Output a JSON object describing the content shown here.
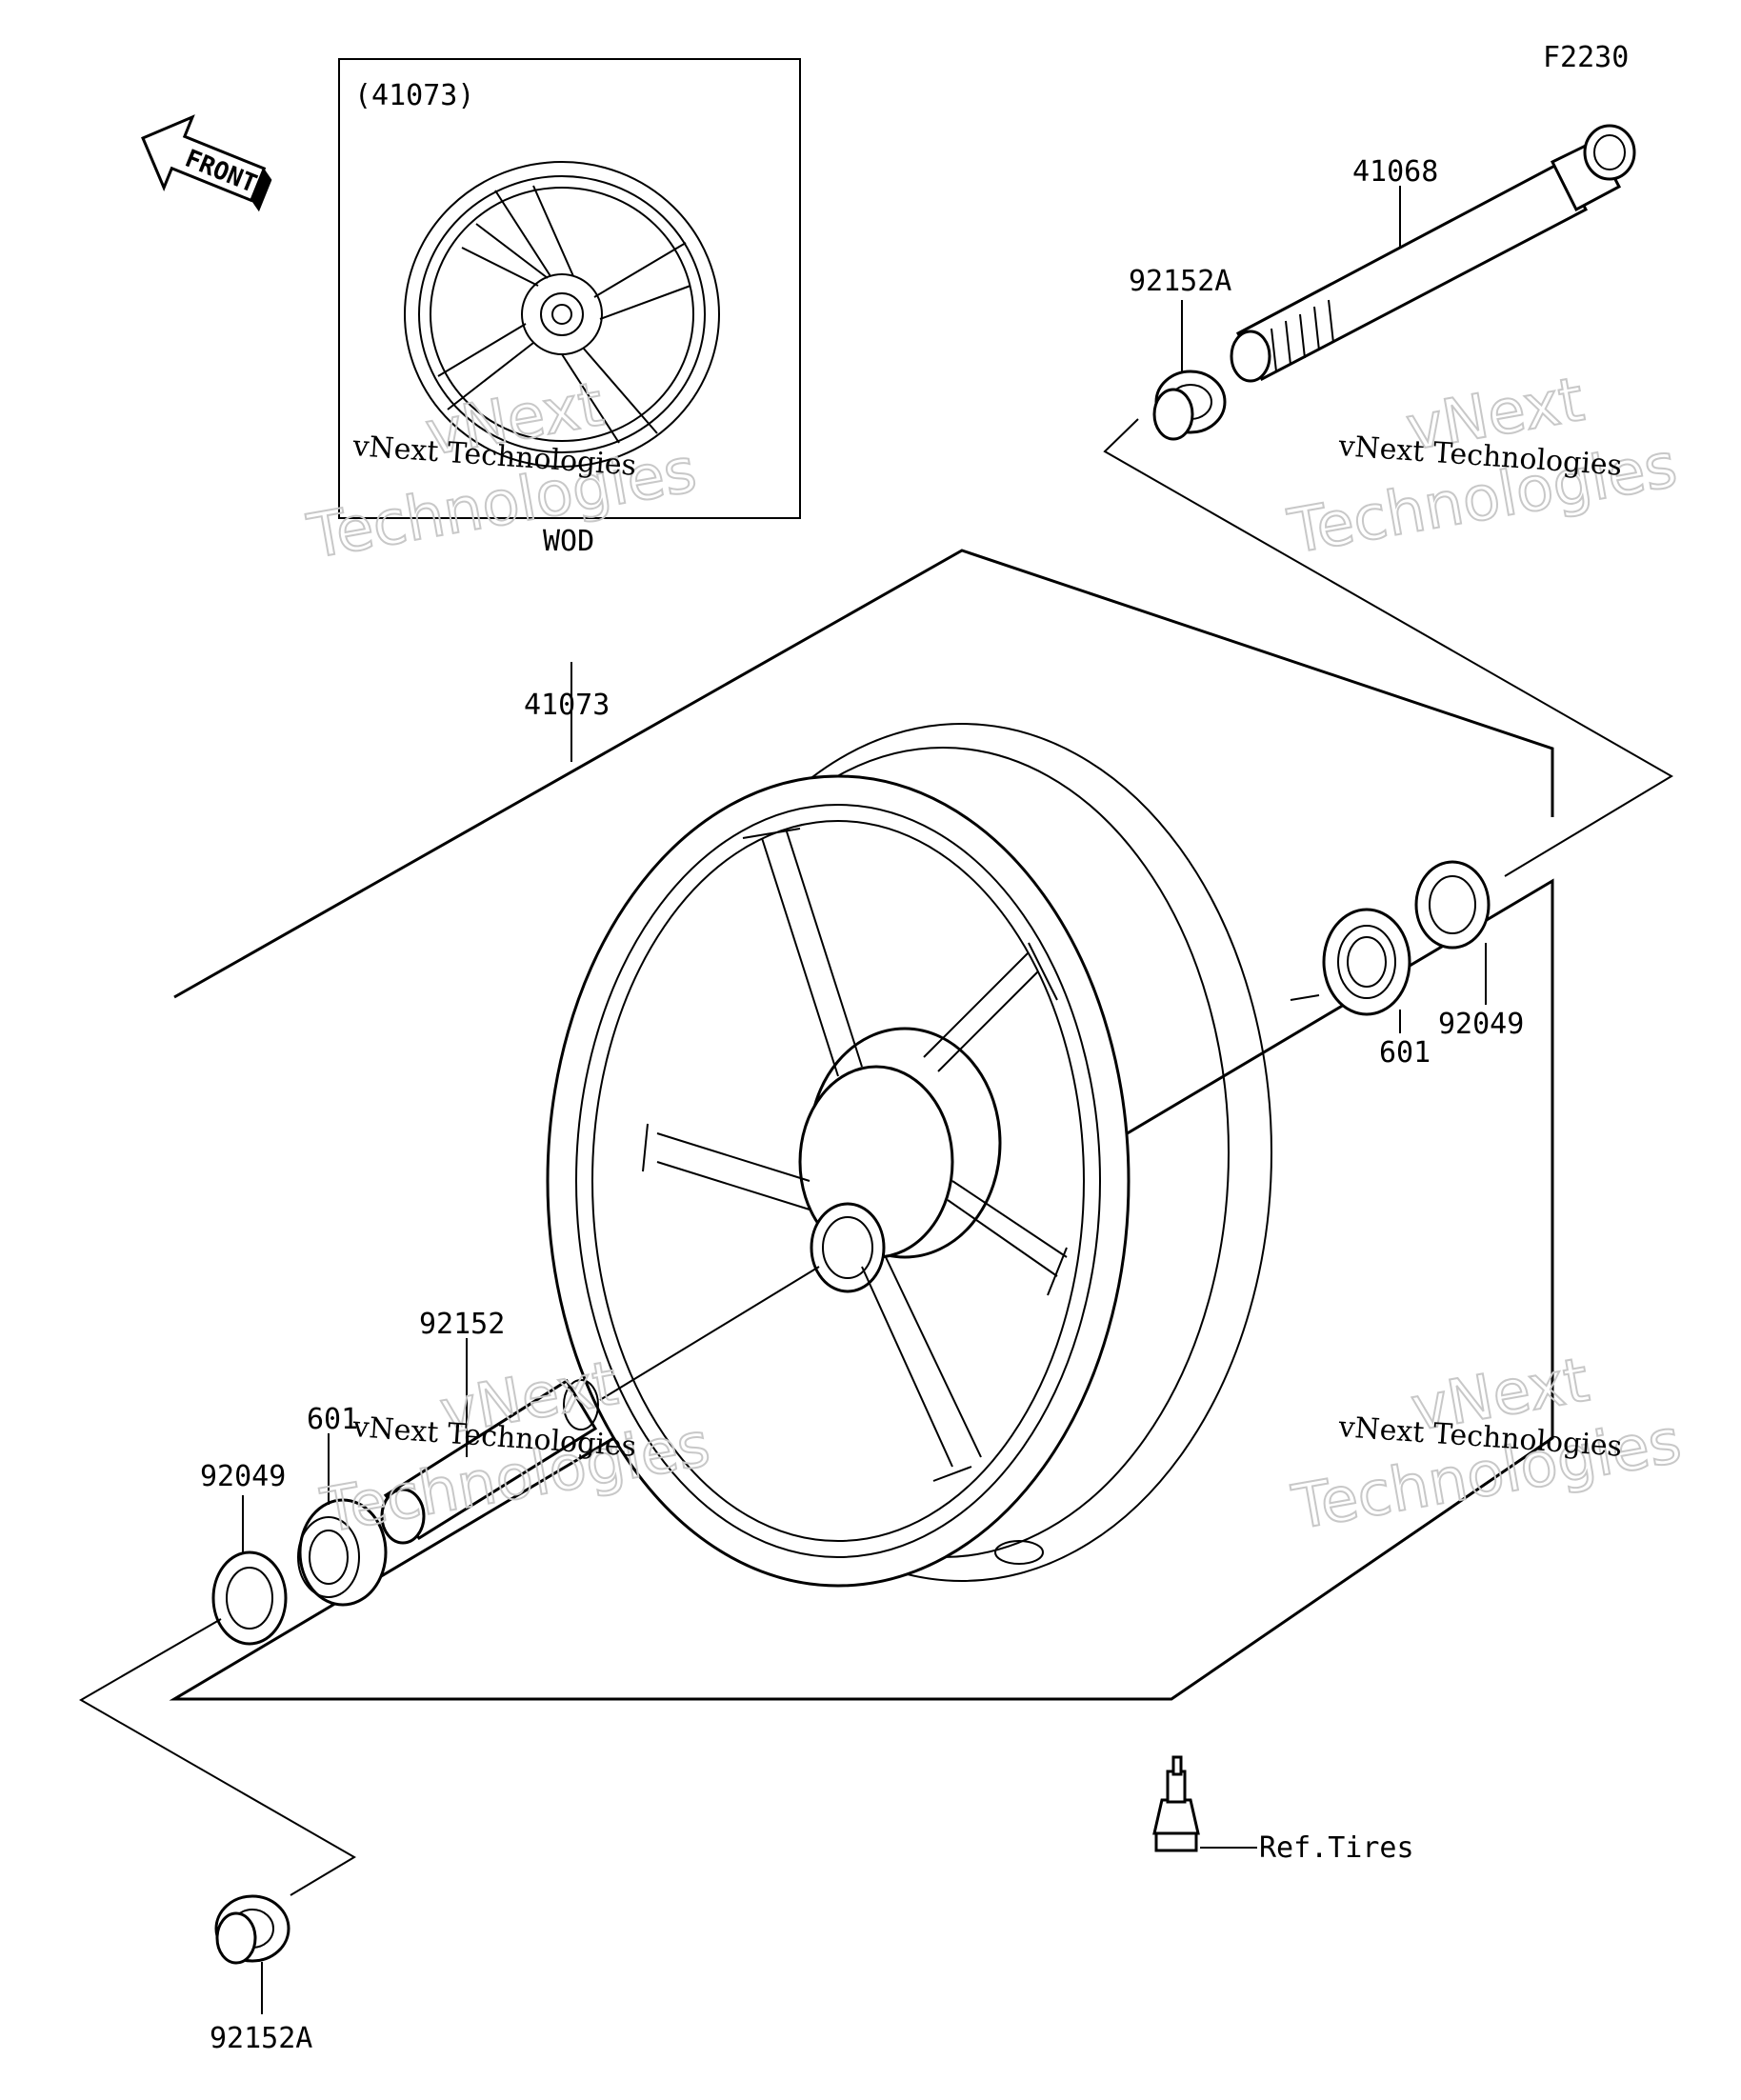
{
  "diagram_code": "F2230",
  "front_label": "FRONT",
  "inset": {
    "ref": "(41073)",
    "variant": "WOD"
  },
  "watermark": {
    "small": "vNext Technologies",
    "big_line1": "vNext",
    "big_line2": "Technologies"
  },
  "parts": {
    "axle": "41068",
    "collar_right": "92152A",
    "wheel": "41073",
    "seal_right": "92049",
    "bearing_right": "601",
    "spacer": "92152",
    "bearing_left": "601",
    "seal_left": "92049",
    "collar_left": "92152A",
    "valve_ref": "Ref.Tires"
  }
}
